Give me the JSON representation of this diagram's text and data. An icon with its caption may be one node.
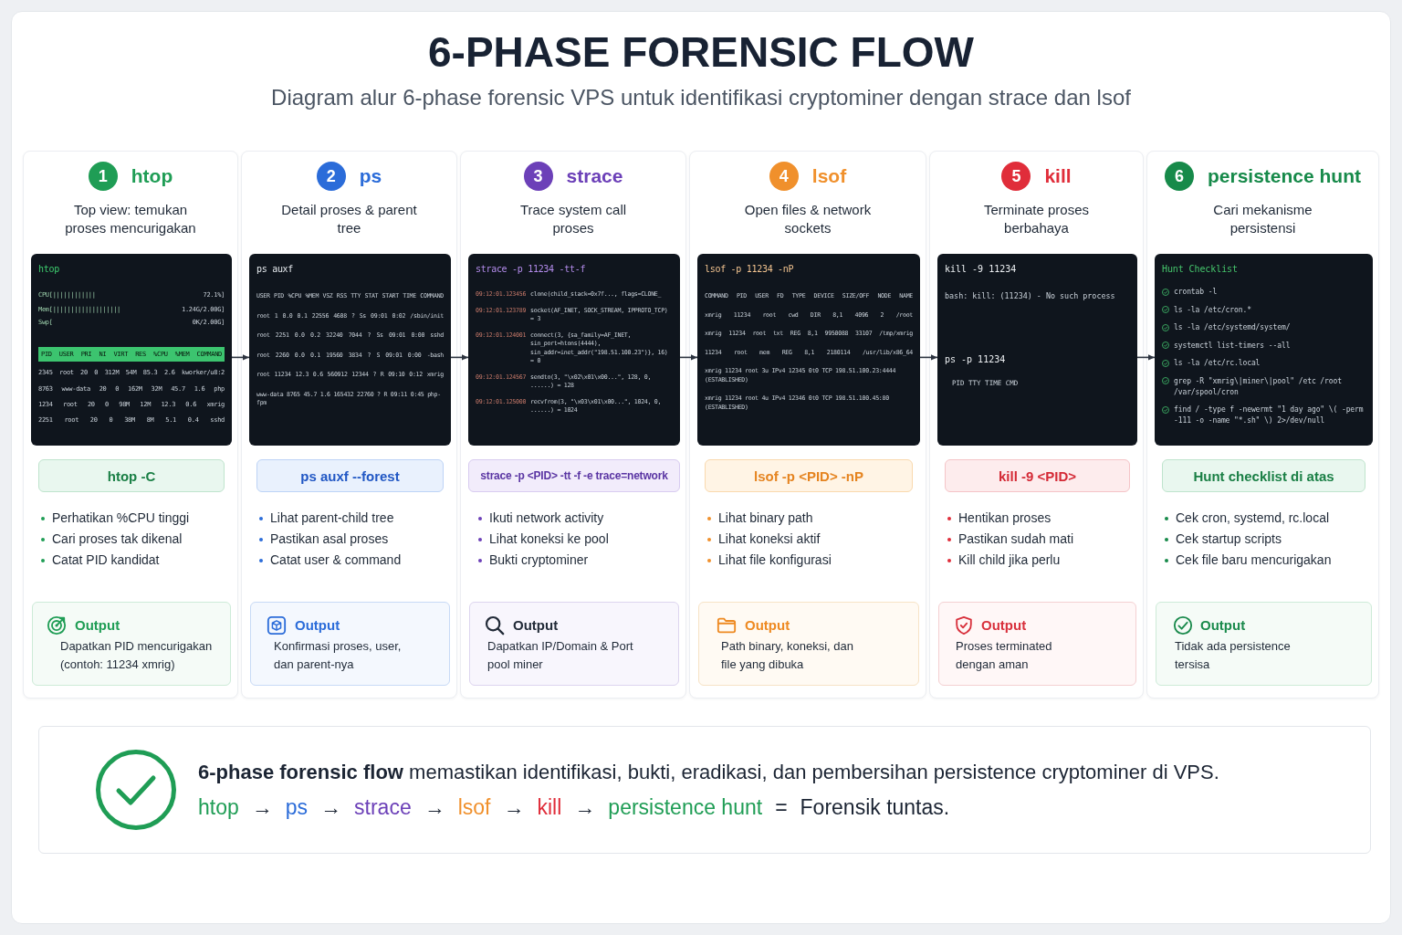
{
  "diagram": {
    "title": "6-PHASE FORENSIC FLOW",
    "nodes": [
      {
        "text": [
          "1",
          "htop",
          "Top view: temukan proses mencurigakan",
          "Perhatikan %CPU tinggi",
          "Cari proses tak dikenal",
          "Catat PID kandidat"
        ]
      },
      {
        "text": [
          "htop",
          "CPU[||||||||||||",
          "72.1%]",
          "Mem[|||||||||||||||||||",
          "1.24G/2.00G]",
          "Swp[",
          "0K/2.00G]",
          "PID USER PRI NI VIRT RES %CPU %MEM COMMAND",
          "2345 root 20 0 312M 54M 85.3 2.6 kworker/u8:2",
          "8763 www-data 20 0 162M 32M 45.7 1.6 php",
          "1234 root 20 0 98M 12M 12.3 0.6 xmrig",
          "2251 root 20 0 38M 8M 5.1 0.4 sshd"
        ],
        "in": 0
      },
      {
        "text": [
          "htop -C"
        ],
        "in": 0
      },
      {
        "text": [
          "Output",
          "Dapatkan PID mencurigakan (contoh: 11234 xmrig)"
        ],
        "in": 0
      },
      {
        "text": [
          "2",
          "ps",
          "Detail proses & parent tree",
          "Lihat parent-child tree",
          "Pastikan asal proses",
          "Catat user & command"
        ]
      },
      {
        "text": [
          "ps auxf",
          "USER PID %CPU %MEM VSZ RSS TTY STAT START TIME COMMAND",
          "root 1 0.0 0.1 22556 4608 ? Ss 09:01 0:02 /sbin/init",
          "root 2251 0.0 0.2 32240 7044 ? Ss 09:01 0:00 sshd",
          "root 2260 0.0 0.1 19560 3834 ? S 09:01 0:00 -bash",
          "root 11234 12.3 0.6 560912 12344 ? R 09:10 0:12 xmrig",
          "www-data 8765 45.7 1.6 165432 22760 ? R 09:11 0:45 php-fpm"
        ],
        "in": 4
      },
      {
        "text": [
          "ps auxf --forest"
        ],
        "in": 4
      },
      {
        "text": [
          "Output",
          "Konfirmasi proses, user, dan parent-nya"
        ],
        "in": 4
      },
      {
        "text": [
          "3",
          "strace",
          "Trace system call proses",
          "Ikuti network activity",
          "Lihat koneksi ke pool",
          "Bukti cryptominer"
        ]
      },
      {
        "text": [
          "strace -p 11234 -tt-f",
          "09:12:01.123456",
          "clone(child_stack=0x7f..., flags=CLONE_",
          "09:12:01.123789",
          "socket(AF_INET, SOCK_STREAM, IPPROTO_TCP) = 3",
          "09:12:01.124001",
          "connect(3, {sa_family=AF_INET, sin_port=htons(4444), sin_addr=inet_addr(\"198.51.100.23\")}, 16) = 0",
          "09:12:01.124567",
          "sendto(3, \"\\x02\\x01\\x00...\", 128, 0, ......) = 128",
          "09:12:01.125000",
          "recvfrom(3, \"\\x03\\x01\\x00...\", 1024, 0, ......) = 1024"
        ],
        "in": 8
      },
      {
        "text": [
          "strace -p <PID> -tt -f -e trace=network"
        ],
        "in": 8
      },
      {
        "text": [
          "Output",
          "Dapatkan IP/Domain & Port pool miner"
        ],
        "in": 8
      },
      {
        "text": [
          "4",
          "lsof",
          "Open files & network sockets",
          "Lihat binary path",
          "Lihat koneksi aktif",
          "Lihat file konfigurasi"
        ]
      },
      {
        "text": [
          "lsof -p 11234 -nP",
          "COMMAND PID USER FD TYPE DEVICE SIZE/OFF NODE NAME",
          "xmrig 11234 root cwd DIR 8,1 4096 2 /root",
          "xmrig 11234 root txt REG 8,1 9950088 33107 /tmp/xmrig",
          "11234 root mem REG 8,1 2180114 /usr/lib/x86_64",
          "xmrig 11234 root 3u IPv4 12345 0t0 TCP 198.51.100.23:4444 (ESTABLISHED)",
          "xmrig 11234 root 4u IPv4 12346 0t0 TCP 198.51.100.45:80 (ESTABLISHED)"
        ],
        "in": 12
      },
      {
        "text": [
          "lsof -p <PID> -nP"
        ],
        "in": 12
      },
      {
        "text": [
          "Output",
          "Path binary, koneksi, dan file yang dibuka"
        ],
        "in": 12
      },
      {
        "text": [
          "5",
          "kill",
          "Terminate proses berbahaya",
          "Hentikan proses",
          "Pastikan sudah mati",
          "Kill child jika perlu"
        ]
      },
      {
        "text": [
          "kill -9 11234",
          "bash: kill: (11234) - No such process",
          "ps -p 11234",
          "PID TTY TIME CMD"
        ],
        "in": 16
      },
      {
        "text": [
          "kill -9 <PID>"
        ],
        "in": 16
      },
      {
        "text": [
          "Output",
          "Proses terminated dengan aman"
        ],
        "in": 16
      },
      {
        "text": [
          "6",
          "persistence hunt",
          "Cari mekanisme persistensi",
          "Cek cron, systemd, rc.local",
          "Cek startup scripts",
          "Cek file baru mencurigakan"
        ]
      },
      {
        "text": [
          "Hunt Checklist",
          "crontab -l",
          "ls -la /etc/cron.*",
          "ls -la /etc/systemd/system/",
          "systemctl list-timers --all",
          "ls -la /etc/rc.local",
          "grep -R \"xmrig\\|miner\\|pool\" /etc /root /var/spool/cron",
          "find / -type f -newermt \"1 day ago\" \\( -perm -111 -o -name \"*.sh\" \\) 2>/dev/null"
        ],
        "in": 20
      },
      {
        "text": [
          "Hunt checklist di atas"
        ],
        "in": 20
      },
      {
        "text": [
          "Output",
          "Tidak ada persistence tersisa"
        ],
        "in": 20
      },
      {
        "text": [
          "**6-phase forensic flow** memastikan identifikasi, bukti, eradikasi, dan pembersihan persistence cryptominer di VPS.",
          "htop",
          "→",
          "ps",
          "→",
          "strace",
          "→",
          "lsof",
          "→",
          "kill",
          "→",
          "persistence hunt",
          "=",
          "Forensik tuntas."
        ]
      }
    ],
    "edges": [
      {
        "from": 1,
        "to": 5,
        "arrow": "to"
      },
      {
        "from": 5,
        "to": 9,
        "arrow": "to"
      },
      {
        "from": 9,
        "to": 13,
        "arrow": "to"
      },
      {
        "from": 13,
        "to": 17,
        "arrow": "to"
      },
      {
        "from": 17,
        "to": 21,
        "arrow": "to"
      }
    ],
    "labels": [
      "Diagram alur 6-phase forensic VPS untuk identifikasi cryptominer dengan strace dan lsof"
    ]
  }
}
